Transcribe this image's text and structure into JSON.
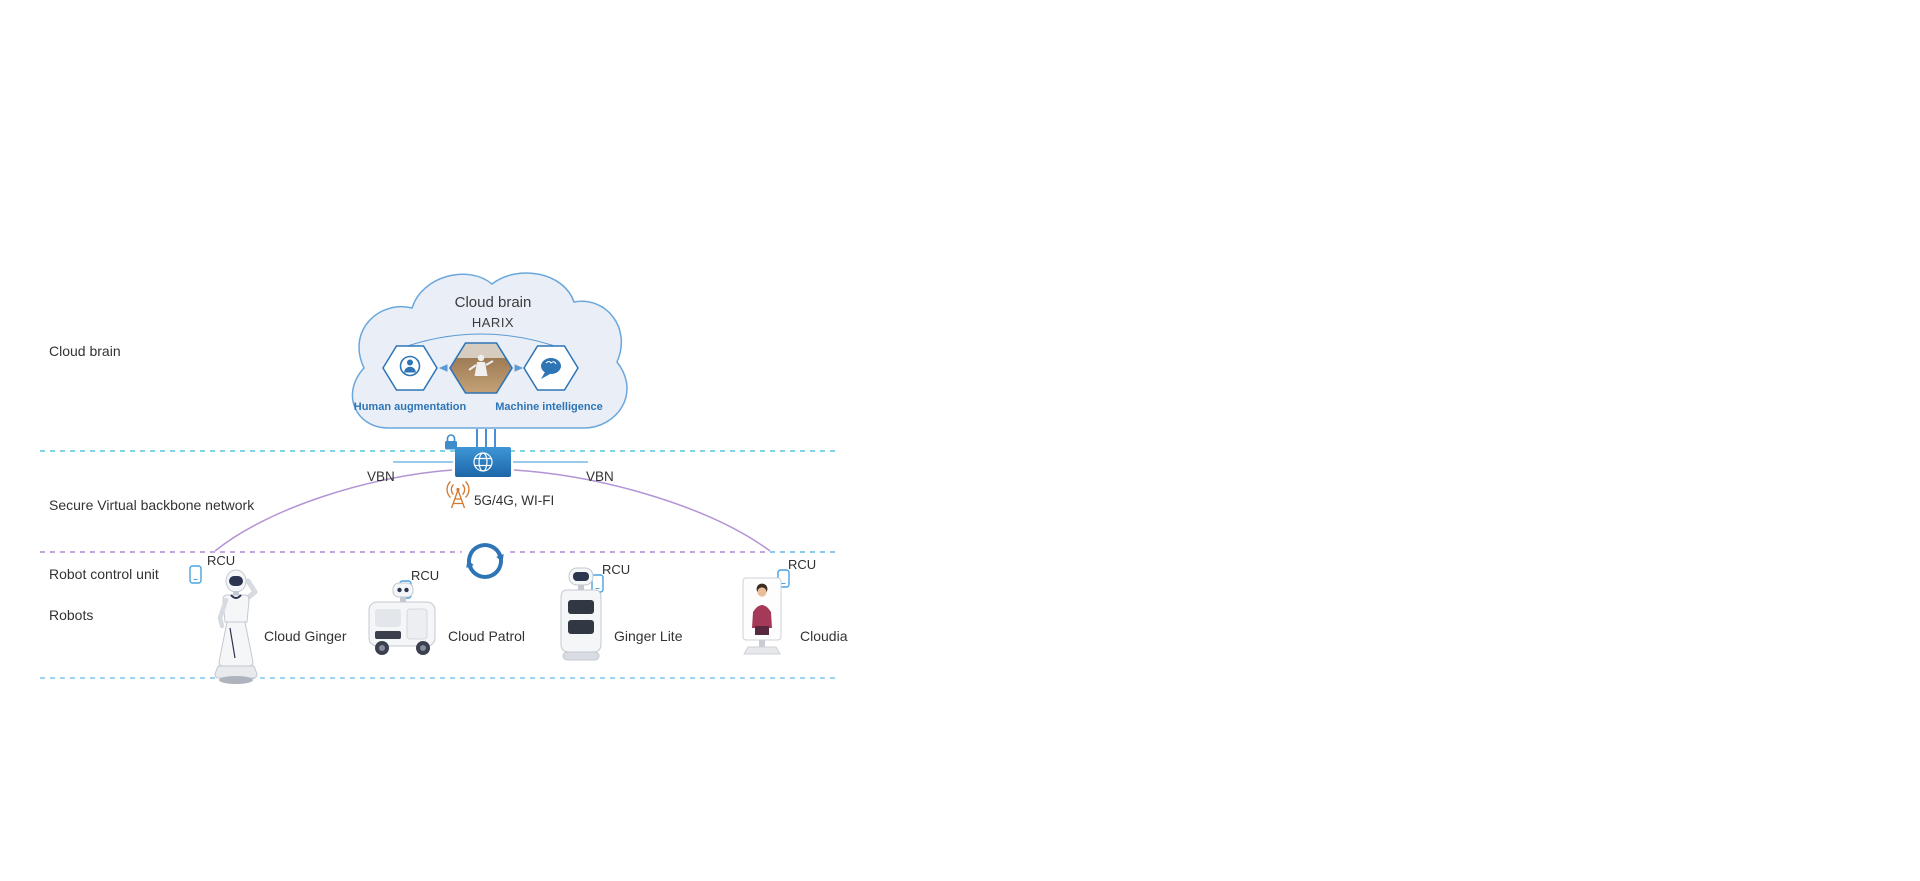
{
  "layer_labels": {
    "cloud_brain": "Cloud brain",
    "secure_vbn": "Secure Virtual backbone network",
    "robot_control_unit": "Robot control unit",
    "robots": "Robots"
  },
  "cloud": {
    "title": "Cloud brain",
    "subtitle": "HARIX",
    "human_label": "Human augmentation",
    "machine_label": "Machine intelligence"
  },
  "network": {
    "vbn_left": "VBN",
    "vbn_right": "VBN",
    "wireless_label": "5G/4G, WI-FI"
  },
  "rcu_label": "RCU",
  "robots": [
    {
      "name": "Cloud Ginger"
    },
    {
      "name": "Cloud Patrol"
    },
    {
      "name": "Ginger Lite"
    },
    {
      "name": "Cloudia"
    }
  ],
  "colors": {
    "accent_blue": "#2e75b6",
    "cloud_fill": "#e9eef7",
    "cloud_stroke": "#6aa7dc",
    "cyan_dash": "#7fd4e6",
    "purple_dash": "#c3a6e2",
    "blue_dash": "#93cdec",
    "curve_purple": "#b394d4",
    "router_blue": "#2878be",
    "antenna_orange": "#d2772e"
  }
}
